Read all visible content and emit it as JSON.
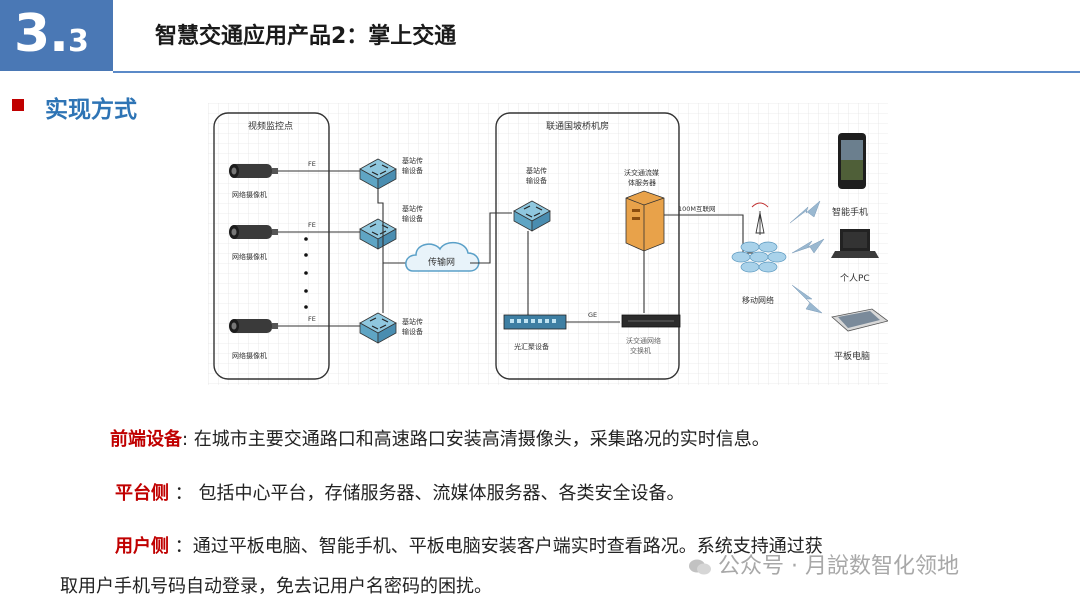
{
  "header": {
    "section_num_big": "3.",
    "section_num_small": "3",
    "title": "智慧交通应用产品2：掌上交通"
  },
  "section": {
    "label": "实现方式"
  },
  "diagram": {
    "left_group": "视频监控点",
    "right_group": "联通国坡桥机房",
    "camera_label_1": "网络摄像机",
    "camera_label_2": "网络摄像机",
    "camera_label_3": "网络摄像机",
    "fe_1": "FE",
    "fe_2": "FE",
    "fe_3": "FE",
    "base_device_1a": "基站传",
    "base_device_1b": "输设备",
    "base_device_2a": "基站传",
    "base_device_2b": "输设备",
    "base_device_3a": "基站传",
    "base_device_3b": "输设备",
    "cloud": "传输网",
    "room_base_a": "基站传",
    "room_base_b": "输设备",
    "media_server_a": "沃交通流媒",
    "media_server_b": "体服务器",
    "internet": "100M互联网",
    "optical_device": "光汇聚设备",
    "ge": "GE",
    "switch_a": "沃交通网络",
    "switch_b": "交换机",
    "mobile_network": "移动网络",
    "phone": "智能手机",
    "pc": "个人PC",
    "tablet": "平板电脑"
  },
  "description": {
    "frontend_key": "前端设备",
    "frontend_text": ": 在城市主要交通路口和高速路口安装高清摄像头，采集路况的实时信息。",
    "platform_key": "平台侧",
    "platform_text": " ：  包括中心平台，存储服务器、流媒体服务器、各类安全设备。",
    "user_key": "用户侧",
    "user_text": " ：通过平板电脑、智能手机、平板电脑安装客户端实时查看路况。系统支持通过获",
    "user_text_2": "取用户手机号码自动登录，免去记用户名密码的困扰。"
  },
  "watermark": {
    "text": "公众号 · 月說数智化领地"
  }
}
